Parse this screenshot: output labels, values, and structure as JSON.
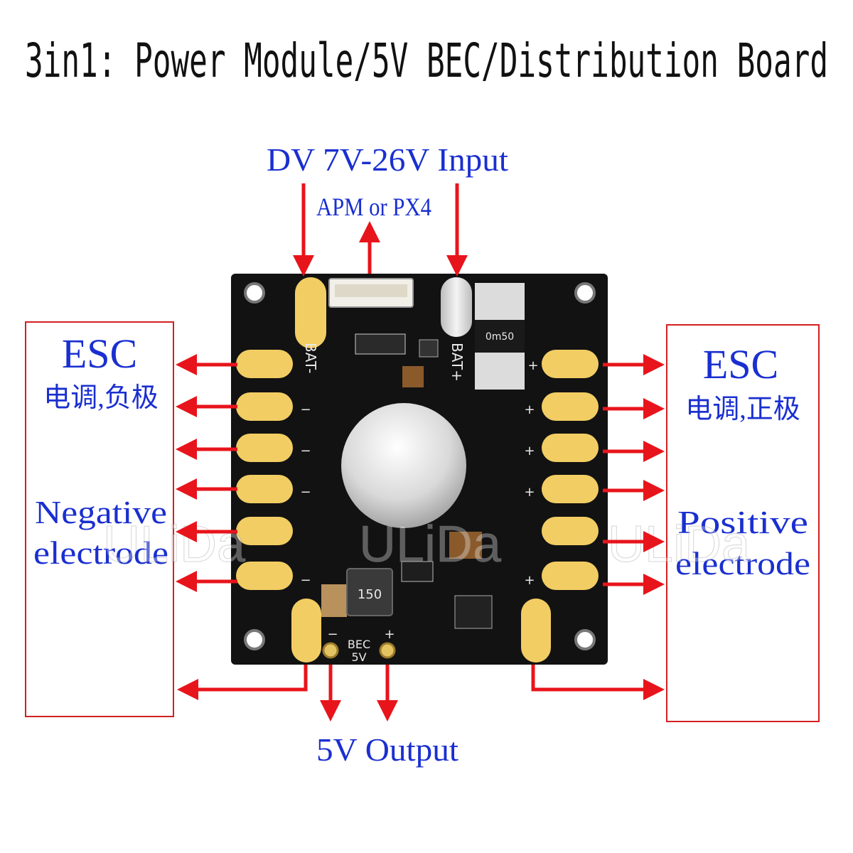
{
  "title": "3in1: Power Module/5V BEC/Distribution Board",
  "input_label": "DV 7V-26V Input",
  "apm_label": "APM or PX4",
  "output_label": "5V Output",
  "left_box": {
    "heading": "ESC",
    "chinese": "电调,负极",
    "line1": "Negative",
    "line2": "electrode"
  },
  "right_box": {
    "heading": "ESC",
    "chinese": "电调,正极",
    "line1": "Positive",
    "line2": "electrode"
  },
  "board": {
    "bat_neg": "BAT-",
    "bat_pos": "BAT+",
    "bec": "BEC",
    "bec_v": "5V",
    "inductor": "150",
    "shunt": "0m50",
    "minus_sign": "−",
    "plus_sign": "+"
  },
  "watermark": [
    "ULiDa",
    "ULiDa",
    "ULiDa"
  ],
  "colors": {
    "arrow": "#e8141b",
    "label_blue": "#1a2fd0",
    "box_border": "#d32020",
    "board": "#121212",
    "pad": "#f2cd63"
  }
}
